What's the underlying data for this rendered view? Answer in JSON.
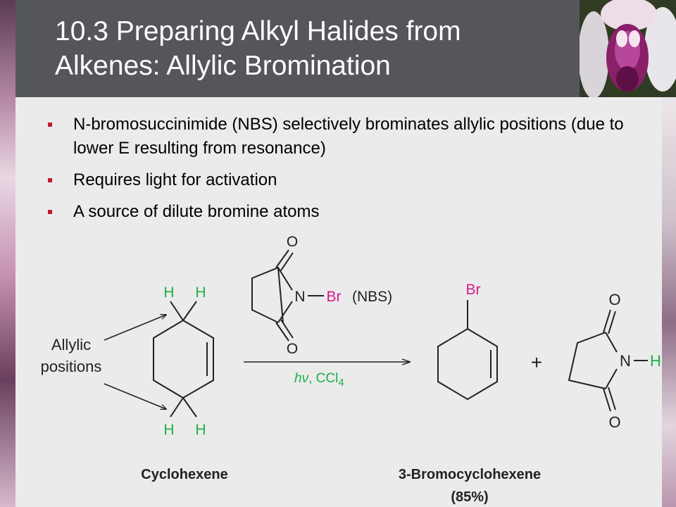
{
  "slide": {
    "title_line1": "10.3 Preparing Alkyl Halides from",
    "title_line2": "Alkenes: Allylic Bromination",
    "bullets": [
      "N-bromosuccinimide (NBS) selectively brominates allylic positions (due to lower E resulting from resonance)",
      "Requires light for activation",
      "A source of dilute bromine atoms"
    ]
  },
  "scheme": {
    "allylic_line1": "Allylic",
    "allylic_line2": "positions",
    "h": "H",
    "oxygen": "O",
    "nitrogen": "N",
    "bromine": "Br",
    "nbs_label": "(NBS)",
    "conditions_hv": "hν",
    "conditions_solvent": ", CCl",
    "conditions_subscript": "4",
    "plus": "+",
    "reactant_name": "Cyclohexene",
    "product_name": "3-Bromocyclohexene",
    "product_yield": "(85%)"
  },
  "colors": {
    "hydrogen": "#1fae49",
    "bromine": "#d8198a",
    "title_bar": "#54565c",
    "bullet": "#c2182c"
  }
}
